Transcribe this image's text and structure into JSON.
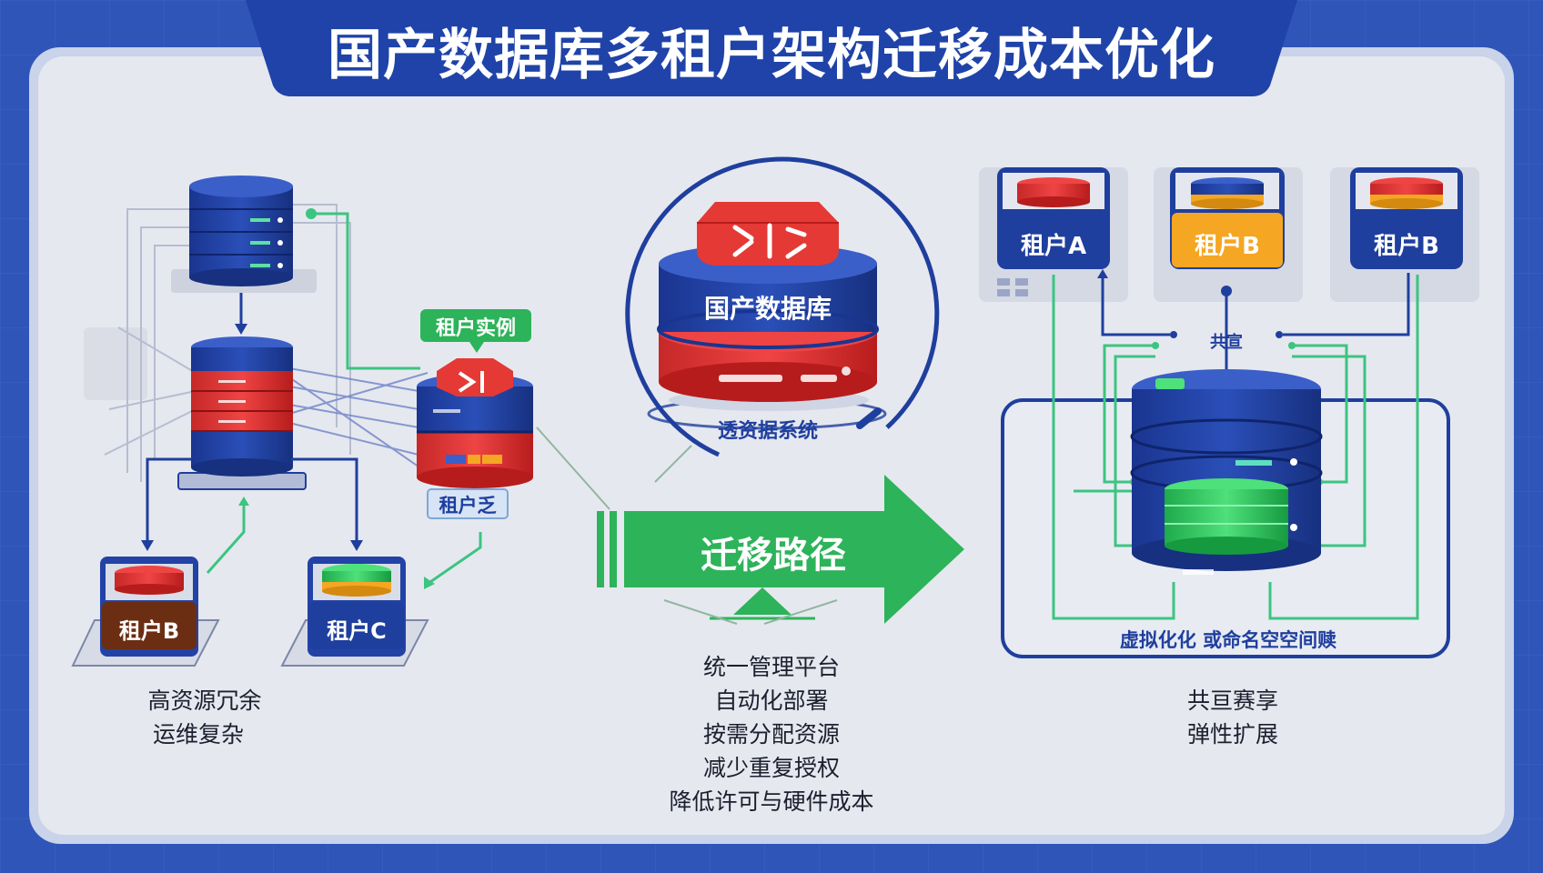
{
  "title": "国产数据库多租户架构迁移成本优化",
  "colors": {
    "blue": "#1f3f9e",
    "red": "#e53935",
    "green": "#2db35a",
    "orange": "#f5a623",
    "brown": "#6b2e12",
    "panel": "#e4e7ee"
  },
  "left": {
    "tenant_instance_tag": "租户实例",
    "tenant_z_label": "租户乏",
    "tenant_b_label": "租户B",
    "tenant_c_label": "租户C",
    "notes": [
      "高资源冗余",
      "运维复杂"
    ]
  },
  "center": {
    "db_label": "国产数据库",
    "system_label": "透资据系统",
    "arrow_label": "迁移路径",
    "benefits": [
      "统一管理平台",
      "自动化部署",
      "按需分配资源",
      "减少重复授权",
      "降低许可与硬件成本"
    ]
  },
  "right": {
    "tenants": [
      "租户A",
      "租户B",
      "租户B"
    ],
    "shared_label": "共宣",
    "virt_label": "虚拟化化 或命名空空间赎",
    "notes": [
      "共亘赛享",
      "弹性扩展"
    ]
  }
}
